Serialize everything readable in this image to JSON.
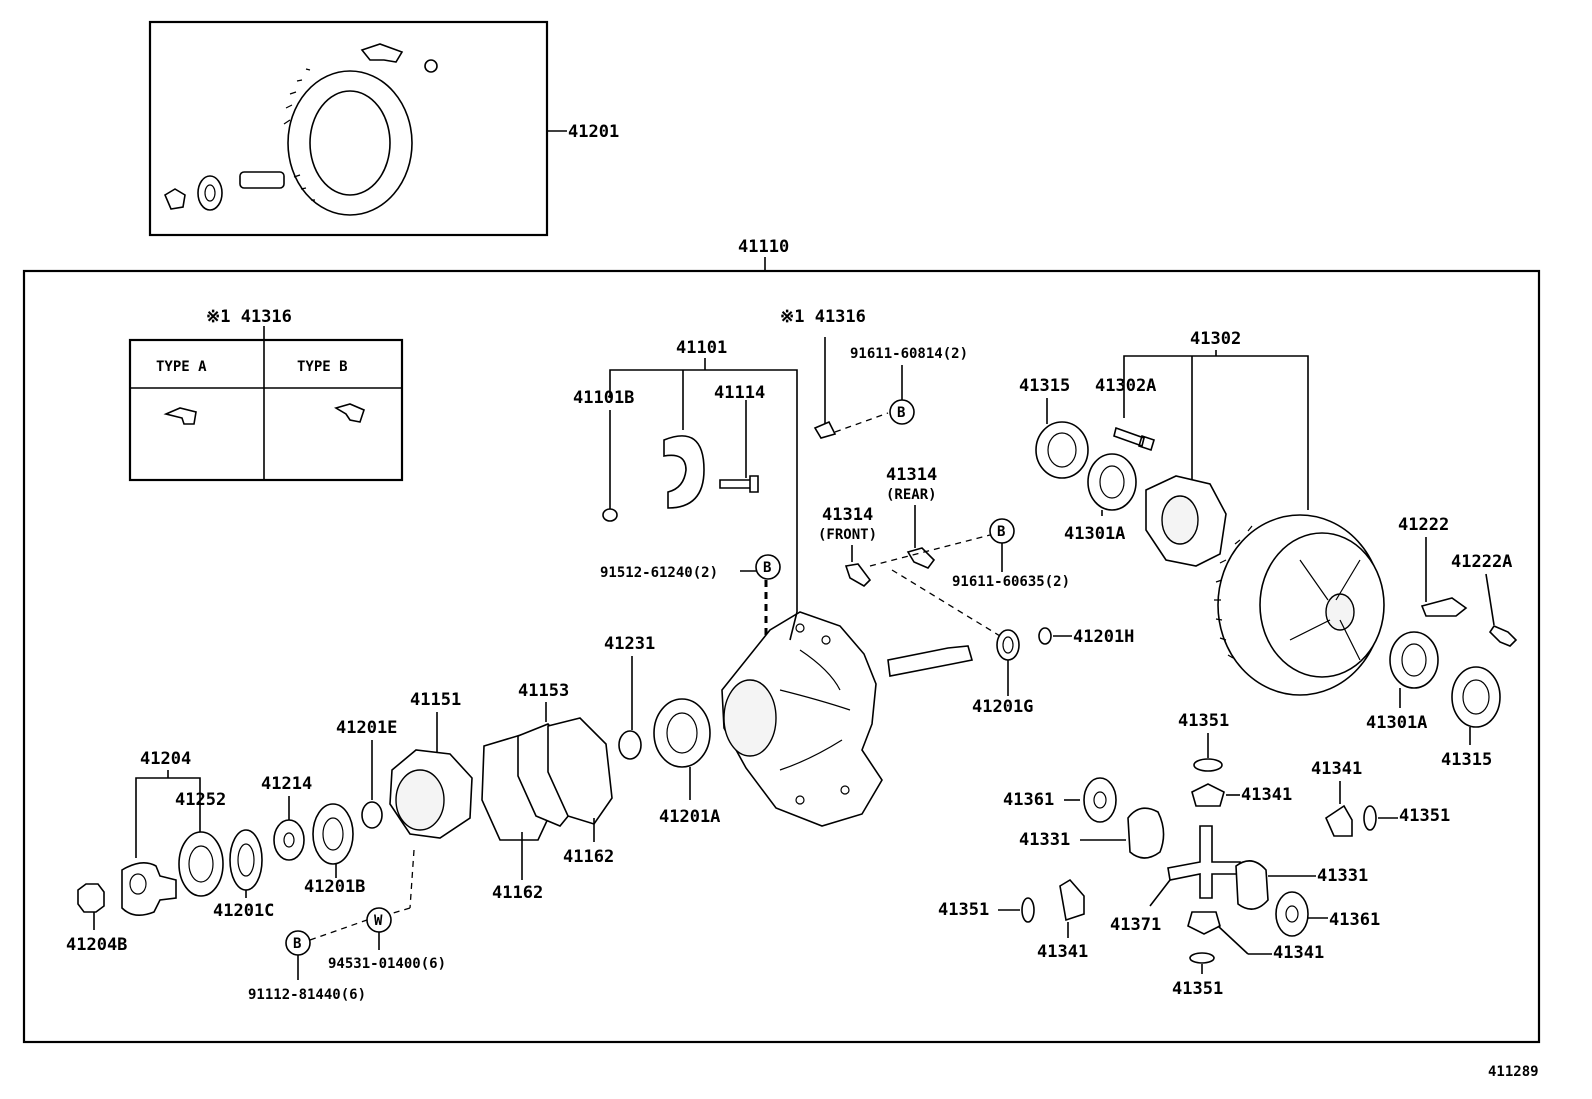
{
  "top_box_label": "41201",
  "main_box_label": "41110",
  "figure_code": "411289",
  "type_table": {
    "ref": "※1 41316",
    "col_a": "TYPE A",
    "col_b": "TYPE B"
  },
  "labels": {
    "l41316_mid": "※1 41316",
    "l41101": "41101",
    "l41101B": "41101B",
    "l41114": "41114",
    "l91611_60814": "91611-60814(2)",
    "l41314_rear": "41314",
    "l41314_rear_note": "(REAR)",
    "l41314_front": "41314",
    "l41314_front_note": "(FRONT)",
    "l91611_60635": "91611-60635(2)",
    "l91512_61240": "91512-61240(2)",
    "l41302": "41302",
    "l41315_a": "41315",
    "l41302A": "41302A",
    "l41301A_a": "41301A",
    "l41222": "41222",
    "l41222A": "41222A",
    "l41301A_b": "41301A",
    "l41315_b": "41315",
    "l41201H": "41201H",
    "l41201G": "41201G",
    "l41231": "41231",
    "l41201A": "41201A",
    "l41153": "41153",
    "l41162_a": "41162",
    "l41162_b": "41162",
    "l41151": "41151",
    "l41201E": "41201E",
    "l41214": "41214",
    "l41204": "41204",
    "l41252": "41252",
    "l41201C": "41201C",
    "l41201B": "41201B",
    "l41204B": "41204B",
    "l94531_01400": "94531-01400(6)",
    "l91112_81440": "91112-81440(6)",
    "l41351_a": "41351",
    "l41341_a": "41341",
    "l41361_a": "41361",
    "l41331_a": "41331",
    "l41341_b": "41341",
    "l41351_b": "41351",
    "l41331_b": "41331",
    "l41361_b": "41361",
    "l41351_c": "41351",
    "l41341_c": "41341",
    "l41371": "41371",
    "l41341_d": "41341",
    "l41351_d": "41351"
  },
  "markers": {
    "bolt": "B",
    "washer": "W"
  }
}
